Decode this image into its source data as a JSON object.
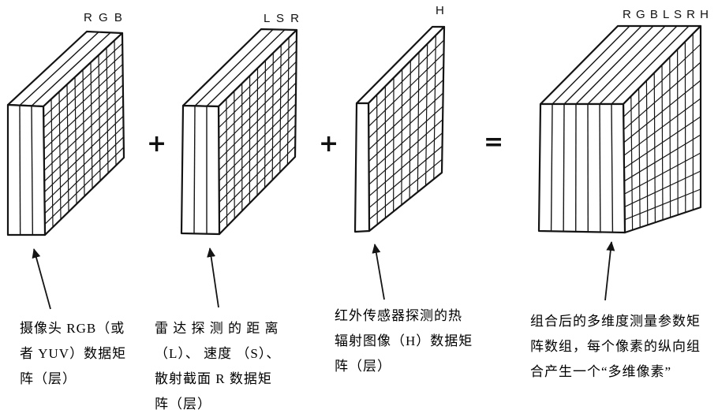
{
  "matrices": [
    {
      "label": "R G B",
      "caption": "摄像头 RGB（或\n者 YUV）数据矩\n阵（层）"
    },
    {
      "label": "L S R",
      "caption": "雷 达 探 测 的 距 离\n（L）、 速度 （S）、\n散射截面 R 数据矩\n阵（层）"
    },
    {
      "label": "H",
      "caption": "红外传感器探测的热\n辐射图像（H）数据矩\n阵（层）"
    },
    {
      "label": "R G B L S R H",
      "caption": "组合后的多维度测量参数矩\n阵数组，每个像素的纵向组\n合产生一个“多维像素”"
    }
  ],
  "operators": {
    "plus1": "+",
    "plus2": "+",
    "equals": "="
  },
  "colors": {
    "ink": "#141414",
    "background": "#ffffff"
  }
}
